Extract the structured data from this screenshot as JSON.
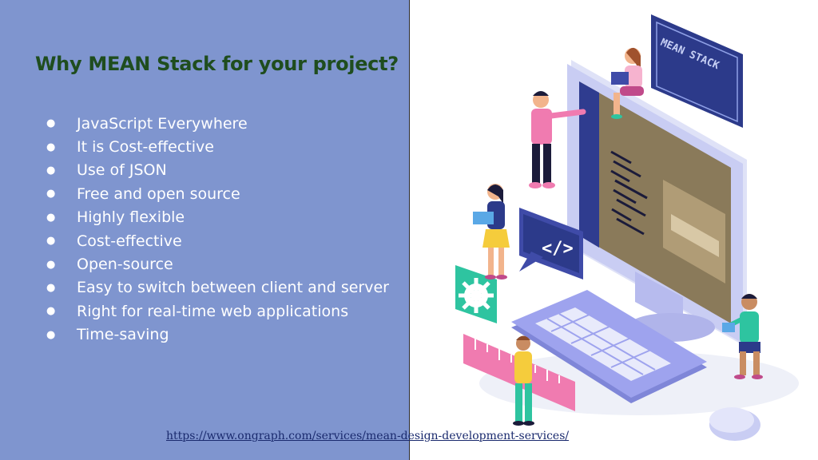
{
  "slide": {
    "title": "Why MEAN Stack for your project?",
    "bullets": [
      "JavaScript Everywhere",
      "It is Cost-effective",
      "Use of JSON",
      "Free and open source",
      "Highly flexible",
      "Cost-effective",
      "Open-source",
      "Easy to switch between client and server",
      "Right for real-time web applications",
      "Time-saving"
    ],
    "source_url": "https://www.ongraph.com/services/mean-design-development-services/"
  },
  "illustration": {
    "sign_text": "MEAN STACK",
    "code_symbol": "</>",
    "colors": {
      "panel": "#7f95cf",
      "title": "#1f4d1e",
      "monitor": "#c9cdf3",
      "screen": "#8a7a5a",
      "keyboard": "#9ea3ee",
      "sign": "#2c3a8a",
      "gear_tile": "#2ec4a0",
      "ruler": "#f07bb0"
    }
  }
}
